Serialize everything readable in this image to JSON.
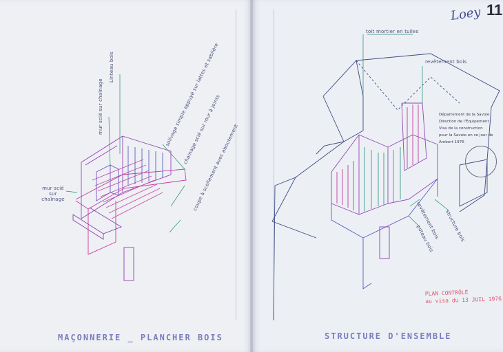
{
  "left_page": {
    "labels": {
      "linteau": "Linteau bois",
      "mur_scie": "mur scié sur chaînage",
      "solivage": "solivage simple appuyé sur lattes et sablière",
      "chainage_scie": "chainage scié sur mur à joints",
      "coupe": "coupe à scellement avec aboutement",
      "mur_scie_small": "mur scié sur chaînage"
    },
    "caption": "MAÇONNERIE _ PLANCHER BOIS"
  },
  "right_page": {
    "page_number": "11",
    "signature": "Loey",
    "labels": {
      "toit_mortier": "toit mortier en tuiles",
      "revetement_bois_top": "revêtement bois",
      "revetement_bois_left": "revêtement bois",
      "structure_bois": "structure bois",
      "poteau_bois": "poteau bois"
    },
    "stamp_lines": [
      "Département de la Savoie",
      "Direction de l'Équipement",
      "Visa de la construction",
      "pour la Savoie en ce jour de",
      "Ambert 1976"
    ],
    "red_stamp_lines": [
      "PLAN CONTRÔLÉ",
      "au visa du 13 JUIL 1976"
    ],
    "caption": "STRUCTURE D'ENSEMBLE"
  }
}
